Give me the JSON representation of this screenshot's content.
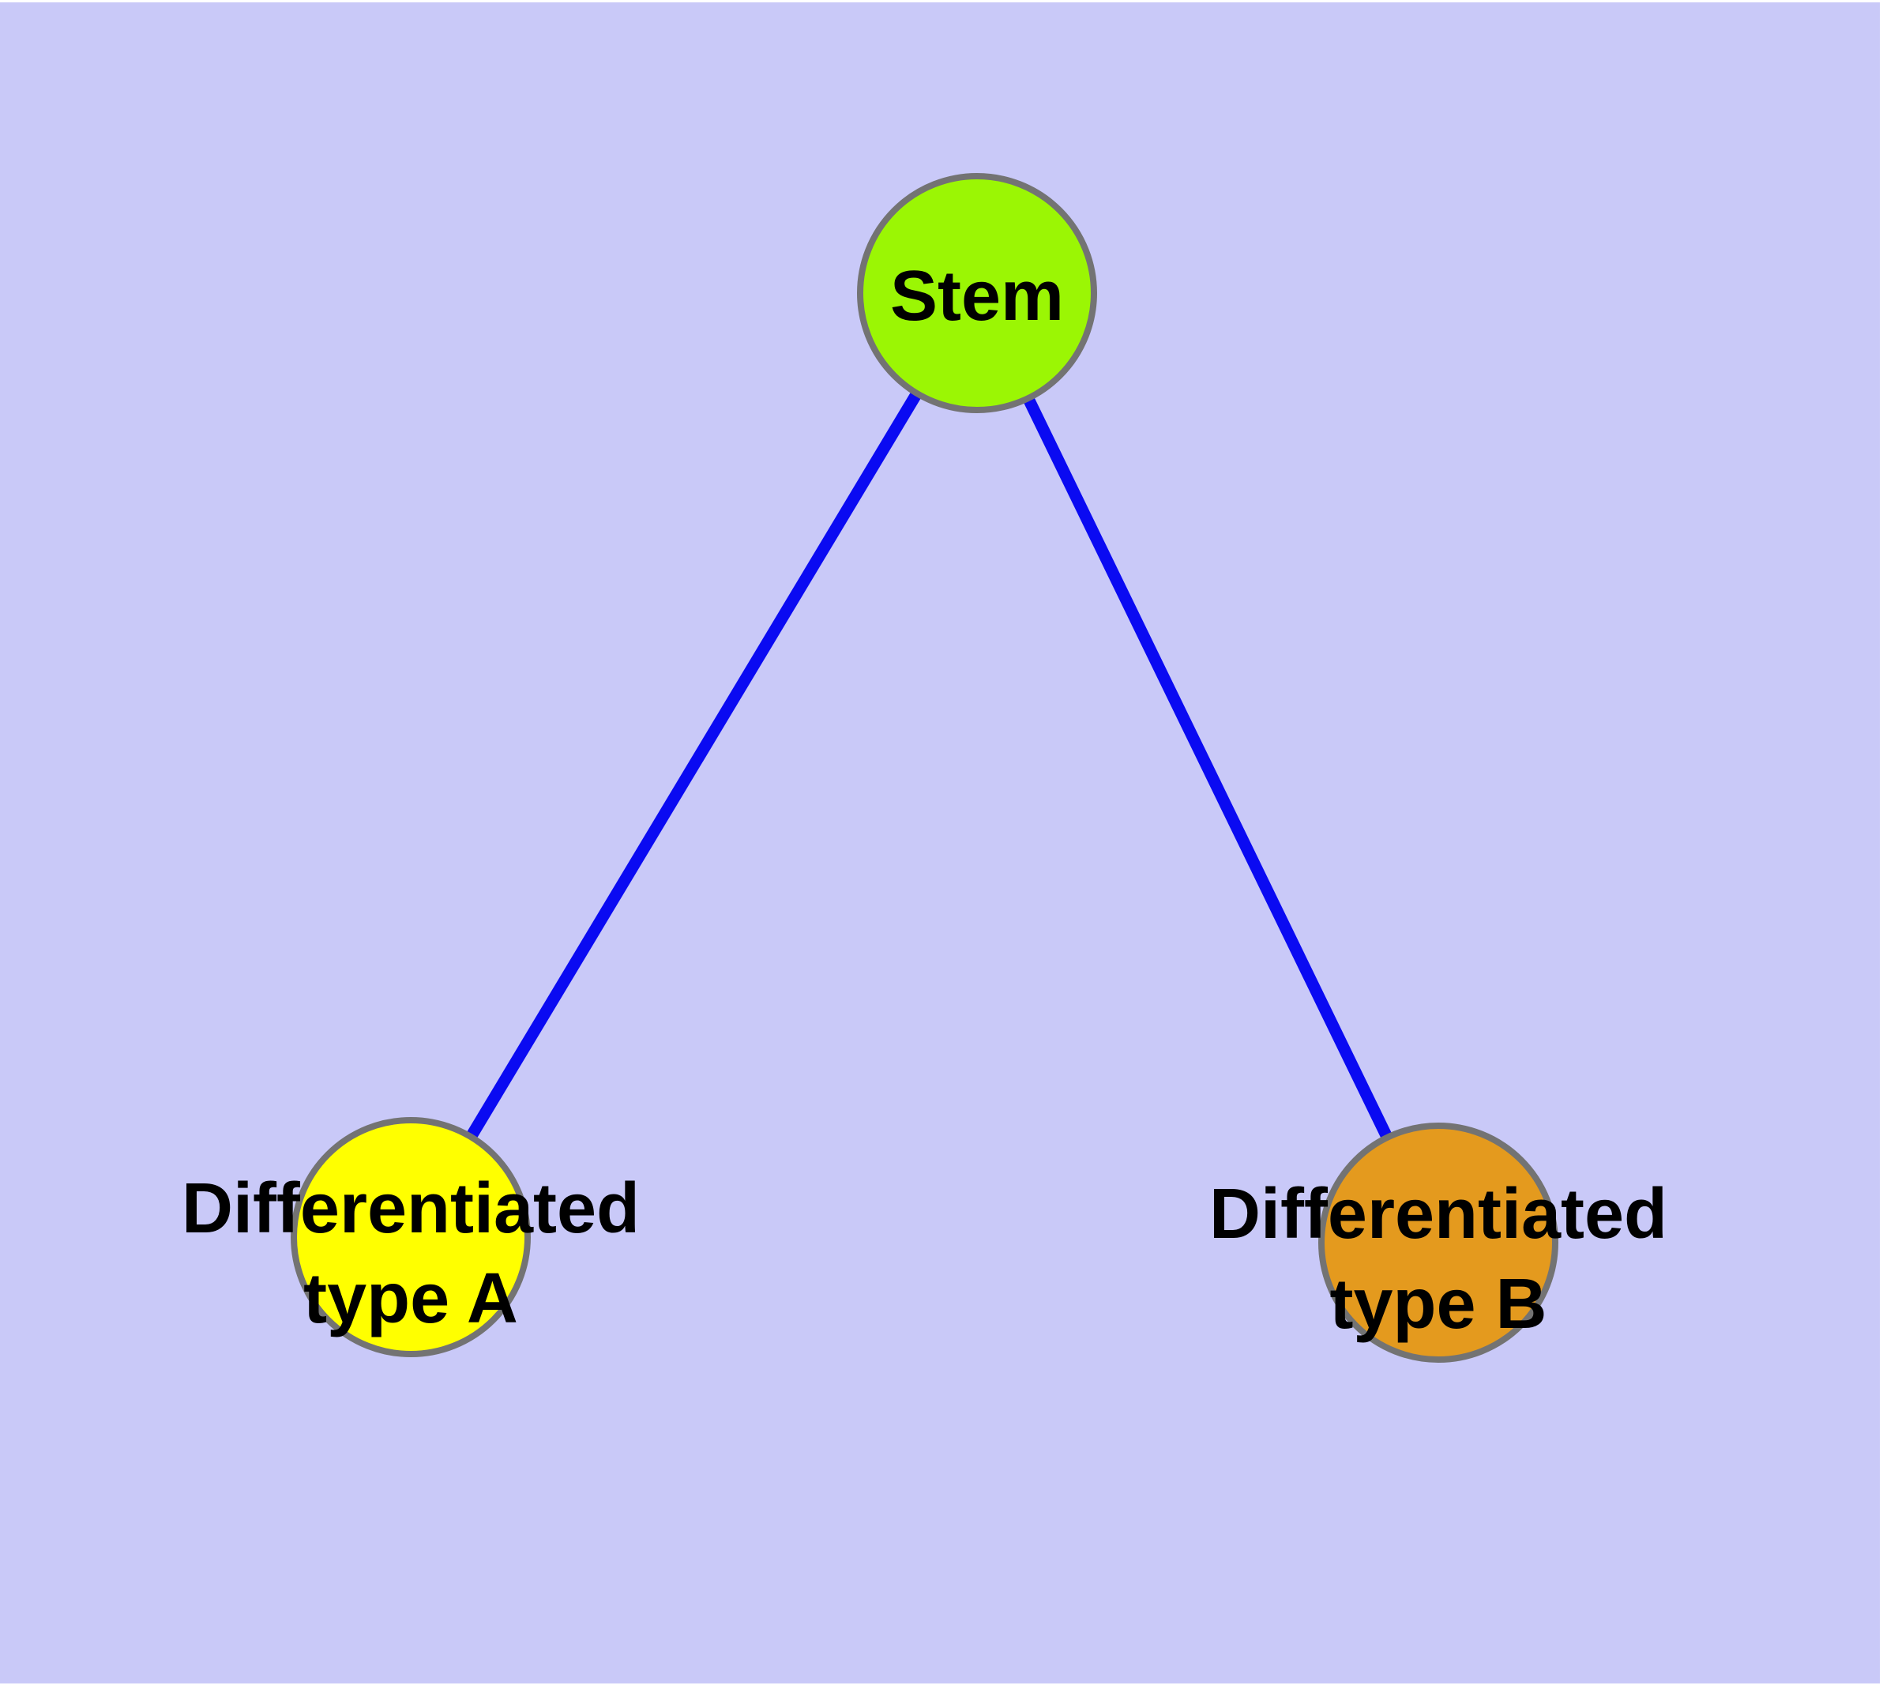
{
  "diagram": {
    "background_color": "#C9C9F8",
    "frame_color": "#FFFFFF",
    "edge_color": "#0A0AF2",
    "node_border_color": "#737373",
    "label_color": "#000000",
    "nodes": [
      {
        "id": "stem",
        "label_lines": [
          "Stem"
        ],
        "color": "#9BF604"
      },
      {
        "id": "diff-a",
        "label_lines": [
          "Differentiated",
          "type A"
        ],
        "color": "#FFFF00"
      },
      {
        "id": "diff-b",
        "label_lines": [
          "Differentiated",
          "type B"
        ],
        "color": "#E49A1E"
      }
    ],
    "edges": [
      {
        "from": "Stem",
        "to": "Differentiated type A"
      },
      {
        "from": "Stem",
        "to": "Differentiated type B"
      }
    ]
  }
}
